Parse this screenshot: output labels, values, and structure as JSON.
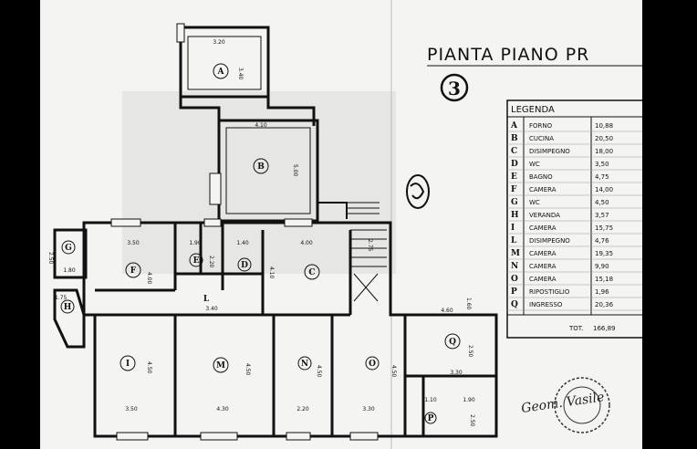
{
  "title": "PIANTA  PIANO PR",
  "legend": {
    "heading": "LEGENDA",
    "rows": [
      {
        "code": "A",
        "name": "FORNO",
        "area": "10,88"
      },
      {
        "code": "B",
        "name": "CUCINA",
        "area": "20,50"
      },
      {
        "code": "C",
        "name": "DISIMPEGNO",
        "area": "18,00"
      },
      {
        "code": "D",
        "name": "WC",
        "area": "3,50"
      },
      {
        "code": "E",
        "name": "BAGNO",
        "area": "4,75"
      },
      {
        "code": "F",
        "name": "CAMERA",
        "area": "14,00"
      },
      {
        "code": "G",
        "name": "WC",
        "area": "4,50"
      },
      {
        "code": "H",
        "name": "VERANDA",
        "area": "3,57"
      },
      {
        "code": "I",
        "name": "CAMERA",
        "area": "15,75"
      },
      {
        "code": "L",
        "name": "DISIMPEGNO",
        "area": "4,76"
      },
      {
        "code": "M",
        "name": "CAMERA",
        "area": "19,35"
      },
      {
        "code": "N",
        "name": "CAMERA",
        "area": "9,90"
      },
      {
        "code": "O",
        "name": "CAMERA",
        "area": "15,18"
      },
      {
        "code": "P",
        "name": "RIPOSTIGLIO",
        "area": "1,96"
      },
      {
        "code": "Q",
        "name": "INGRESSO",
        "area": "20,36"
      }
    ],
    "total_label": "TOT.",
    "total_value": "166,89"
  },
  "rooms": {
    "A": "A",
    "B": "B",
    "C": "C",
    "D": "D",
    "E": "E",
    "F": "F",
    "G": "G",
    "H": "H",
    "I": "I",
    "L": "L",
    "M": "M",
    "N": "N",
    "O": "O",
    "P": "P",
    "Q": "Q"
  },
  "dimensions": {
    "a_w": "3.20",
    "a_h": "3.40",
    "b_w": "4.10",
    "b_h": "5.00",
    "c_w": "4.00",
    "e_w": "1.90",
    "e_h": "2.20",
    "d_w": "1.40",
    "d_c": "4.10",
    "f_w": "3.50",
    "f_h": "4.00",
    "g_h": "2.50",
    "g_w": "1.80",
    "h_w": "1.75",
    "l_w": "3.40",
    "i_h": "4.50",
    "i_w": "3.50",
    "m_h": "4.50",
    "m_w": "4.30",
    "n_h": "4.50",
    "n_w": "2.20",
    "o_h": "4.50",
    "o_w": "3.30",
    "q_w": "4.60",
    "q_h": "2.50",
    "q_w2": "3.30",
    "q_side": "1.60",
    "p_w": "1.10",
    "p_h": "1.90",
    "p_side": "2.50",
    "stair": "2.75"
  },
  "annotations": {
    "circled_number": "3",
    "signature": "Geom. Vasile"
  }
}
